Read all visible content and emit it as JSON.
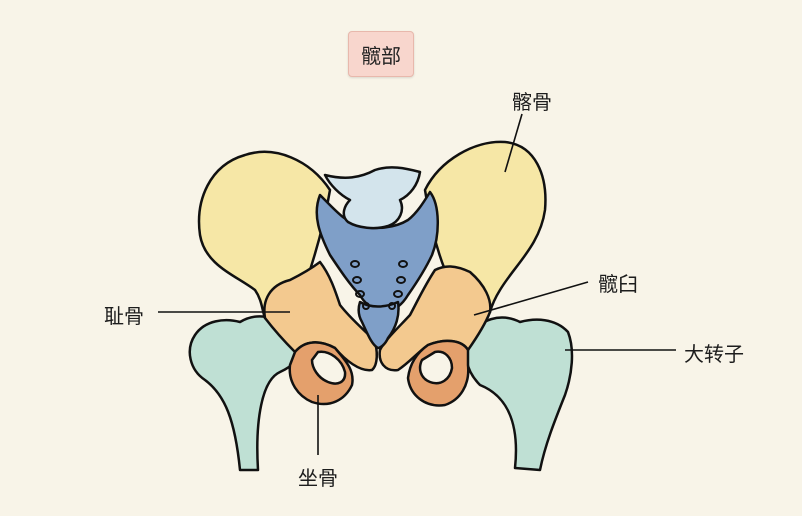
{
  "title": "髋部",
  "labels": {
    "ilium": "髂骨",
    "acetabulum": "髋臼",
    "pubis": "耻骨",
    "greater_trochanter": "大转子",
    "ischium": "坐骨"
  },
  "colors": {
    "background": "#f8f4e8",
    "title_badge": "#f8d6cd",
    "ilium": "#f6e7a6",
    "sacrum": "#7f9fc8",
    "lumbar_vertebra": "#d3e4ec",
    "pubis_acetabulum": "#f3c98f",
    "ischium": "#e4a06c",
    "femur": "#bfe0d4",
    "outline": "#111111"
  }
}
